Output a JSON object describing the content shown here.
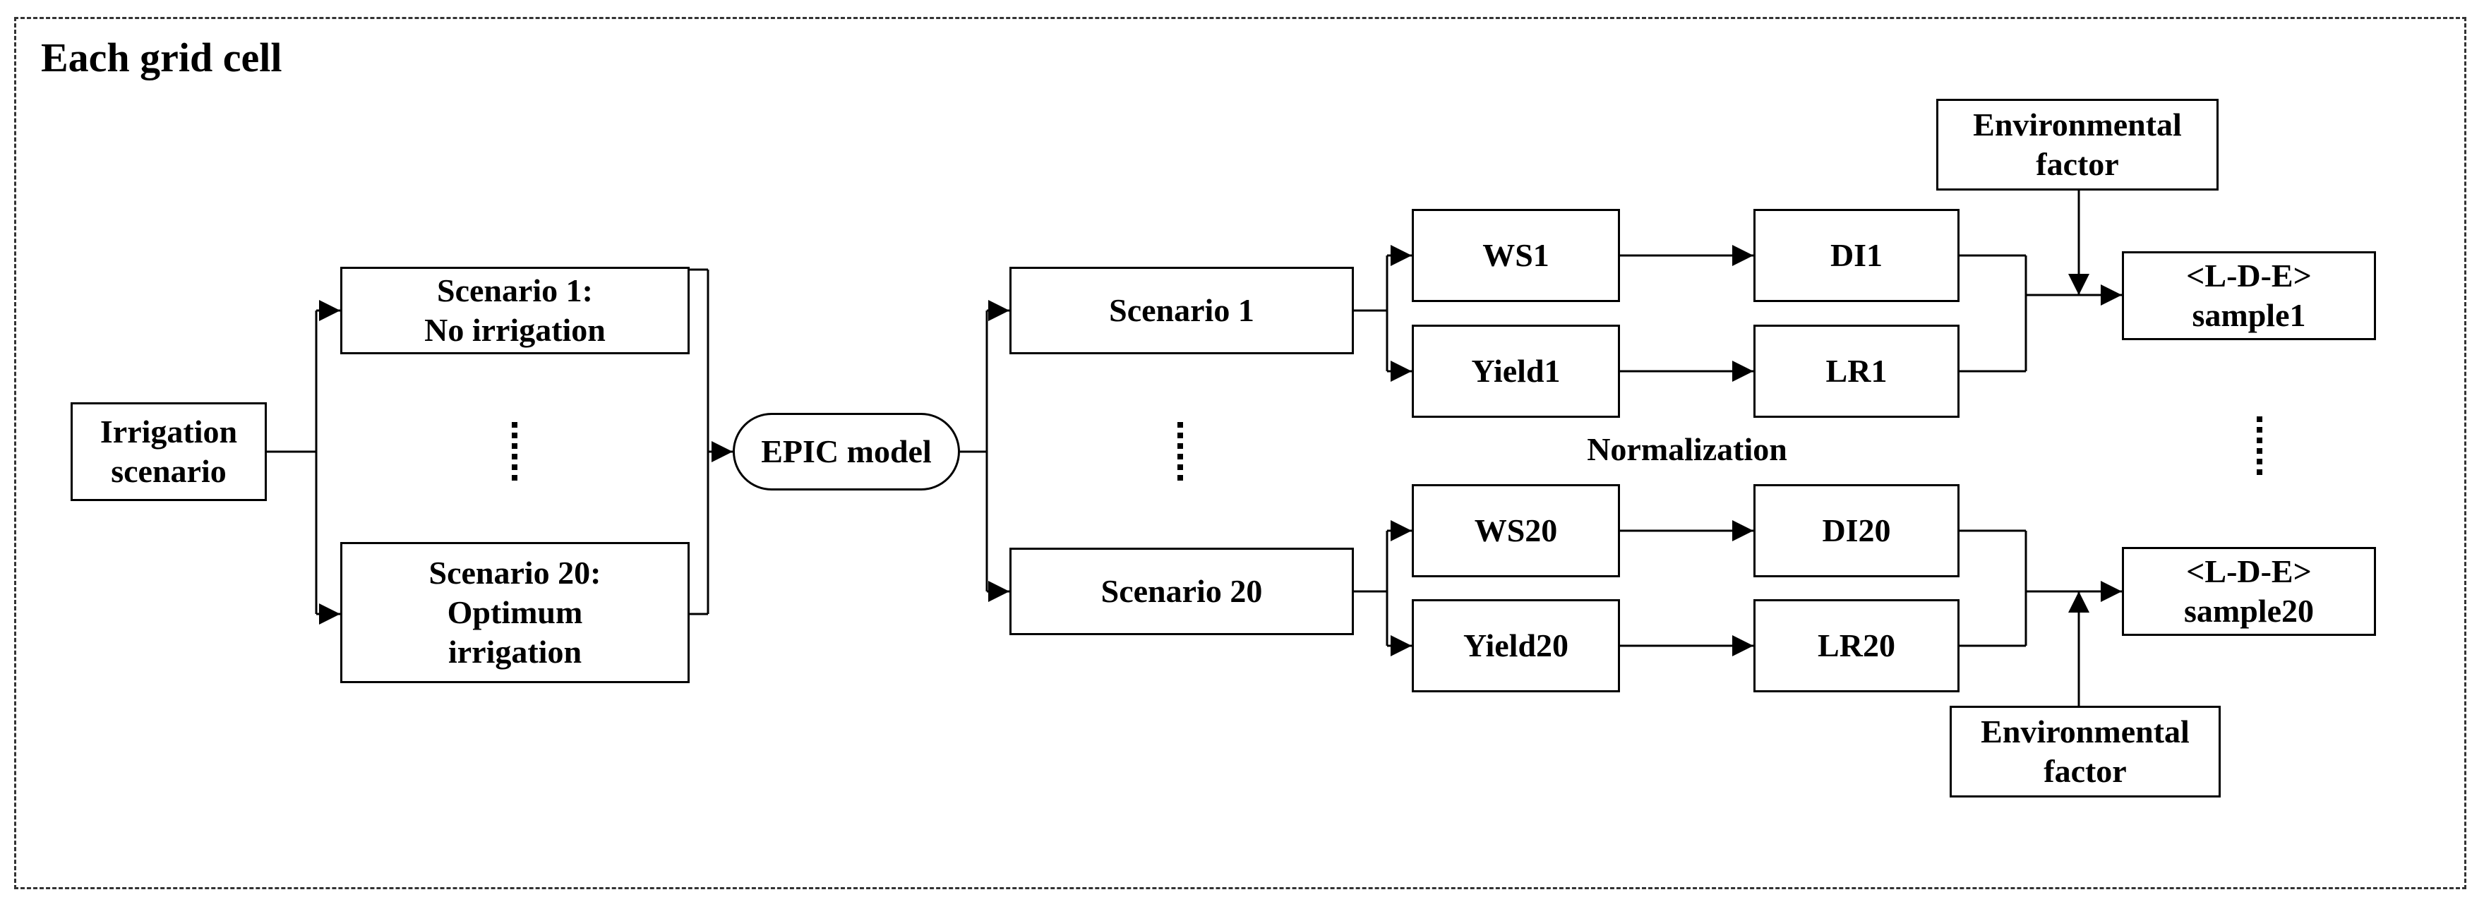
{
  "frame": {
    "title": "Each grid cell"
  },
  "nodes": {
    "irrigation_scenario": [
      "Irrigation",
      "scenario"
    ],
    "scenario1_left": [
      "Scenario 1:",
      "No irrigation"
    ],
    "scenario20_left": [
      "Scenario 20:",
      "Optimum",
      "irrigation"
    ],
    "epic_model": [
      "EPIC model"
    ],
    "scenario1_right": [
      "Scenario 1"
    ],
    "scenario20_right": [
      "Scenario 20"
    ],
    "ws1": [
      "WS1"
    ],
    "yield1": [
      "Yield1"
    ],
    "ws20": [
      "WS20"
    ],
    "yield20": [
      "Yield20"
    ],
    "di1": [
      "DI1"
    ],
    "lr1": [
      "LR1"
    ],
    "di20": [
      "DI20"
    ],
    "lr20": [
      "LR20"
    ],
    "env_factor_top": [
      "Environmental",
      "factor"
    ],
    "env_factor_bottom": [
      "Environmental",
      "factor"
    ],
    "sample1": [
      "<L-D-E>",
      "sample1"
    ],
    "sample20": [
      "<L-D-E>",
      "sample20"
    ]
  },
  "annotations": {
    "normalization": "Normalization"
  }
}
